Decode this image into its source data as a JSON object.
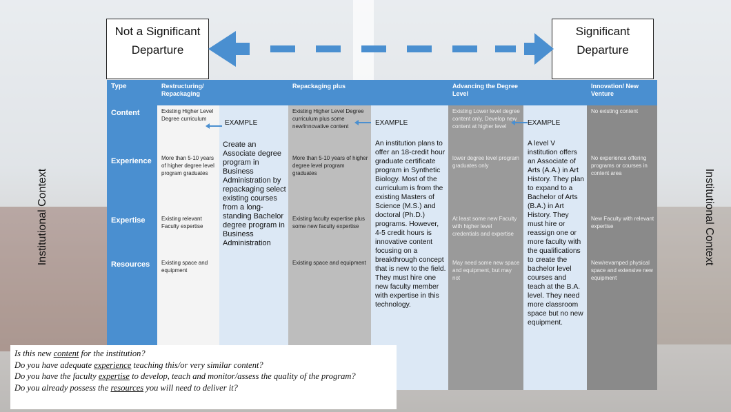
{
  "ends": {
    "left": "Not a Significant Departure",
    "right": "Significant Departure"
  },
  "side_label": "Institutional Context",
  "headers": {
    "type": "Type",
    "restructuring": "Restructuring/ Repackaging",
    "repackaging_plus": "Repackaging plus",
    "advancing": "Advancing the Degree Level",
    "innovation": "Innovation/ New Venture"
  },
  "rows": [
    "Content",
    "Experience",
    "Expertise",
    "Resources"
  ],
  "restructuring": {
    "content": "Existing Higher Level Degree curriculum",
    "experience": "More than 5-10 years of higher degree level program graduates",
    "expertise": "Existing relevant Faculty expertise",
    "resources": "Existing space and equipment"
  },
  "example_label": "EXAMPLE",
  "example1": "Create an Associate degree program in Business Administration by repackaging select existing courses from a long-standing Bachelor degree program in Business Administration",
  "repackaging_plus": {
    "content": "Existing Higher Level Degree curriculum plus some new/innovative content",
    "experience": "More than 5-10 years of higher degree level program graduates",
    "expertise": "Existing faculty expertise plus some new faculty expertise",
    "resources": "Existing space and equipment"
  },
  "example2": "An institution plans to offer an 18-credit hour graduate certificate program in Synthetic Biology. Most of the curriculum is from the existing Masters of Science (M.S.) and doctoral (Ph.D.) programs. However, 4-5 credit hours is innovative content focusing on a breakthrough concept that is new to the field. They must hire one new faculty member with expertise in this technology.",
  "advancing": {
    "content": "Existing Lower level degree content only, Develop new content at higher level",
    "experience": "lower degree level program graduates only",
    "expertise": "At least some new Faculty with higher level credentials and expertise",
    "resources": "May need some new space and equipment, but may not"
  },
  "example3": "A level V institution offers an Associate of Arts (A.A.) in Art History. They plan to expand to a Bachelor of Arts (B.A.) in Art History. They must hire or reassign one or more faculty with the qualifications to create the bachelor level courses and teach at the B.A. level. They need more classroom space but no new equipment.",
  "innovation": {
    "content": "No existing content",
    "experience": "No experience offering programs or courses in content area",
    "expertise": "New Faculty with relevant expertise",
    "resources": "New/revamped physical space and extensive new equipment"
  },
  "questions": {
    "q1_pre": "Is this new ",
    "q1_u": "content",
    "q1_post": " for the institution?",
    "q2_pre": "Do you have adequate ",
    "q2_u": "experience",
    "q2_post": " teaching this/or very similar content?",
    "q3_pre": "Do you have the faculty ",
    "q3_u": "expertise",
    "q3_post": " to develop, teach and monitor/assess the quality of the program?",
    "q4_pre": "Do you already possess the ",
    "q4_u": "resources",
    "q4_post": " you will need to deliver it?"
  },
  "colors": {
    "header_blue": "#4a8fd0",
    "type_col": "#4a8fd0",
    "white_col": "#f4f4f4",
    "light_blue": "#dce8f5",
    "mid_gray": "#bdbdbd",
    "dark_gray": "#9a9a9a",
    "darkest_gray": "#8a8a8a",
    "arrow": "#4a8fd0"
  }
}
